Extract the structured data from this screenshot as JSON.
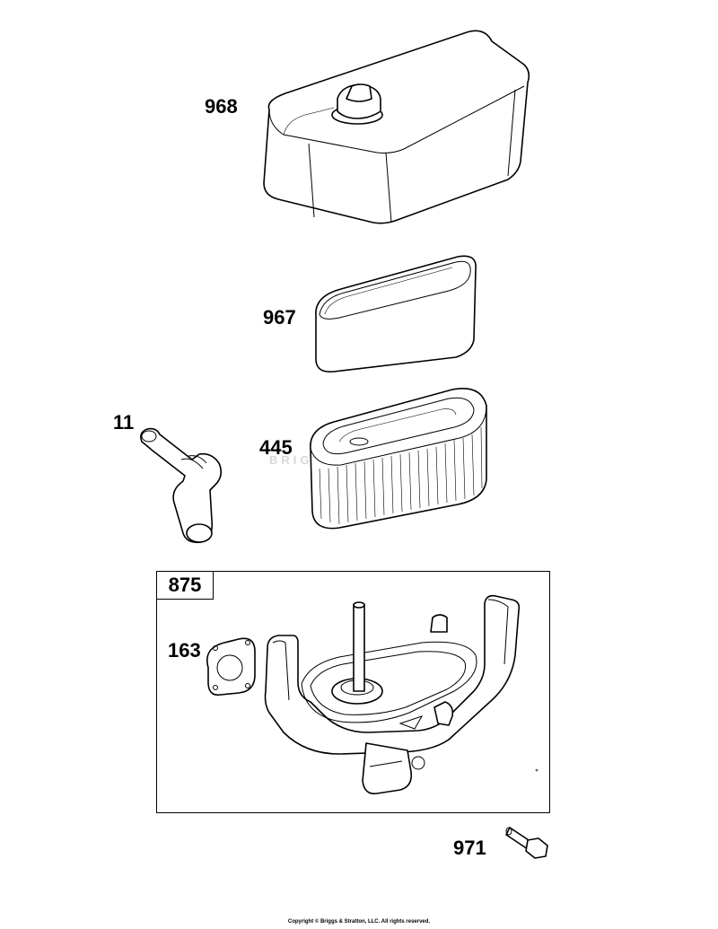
{
  "parts": {
    "cover": "968",
    "pre_cleaner": "967",
    "cartridge": "445",
    "breather_tube": "11",
    "kit": "875",
    "gasket": "163",
    "screw": "971"
  },
  "watermark": "BRIGGS",
  "copyright": "Copyright © Briggs & Stratton, LLC. All rights reserved."
}
